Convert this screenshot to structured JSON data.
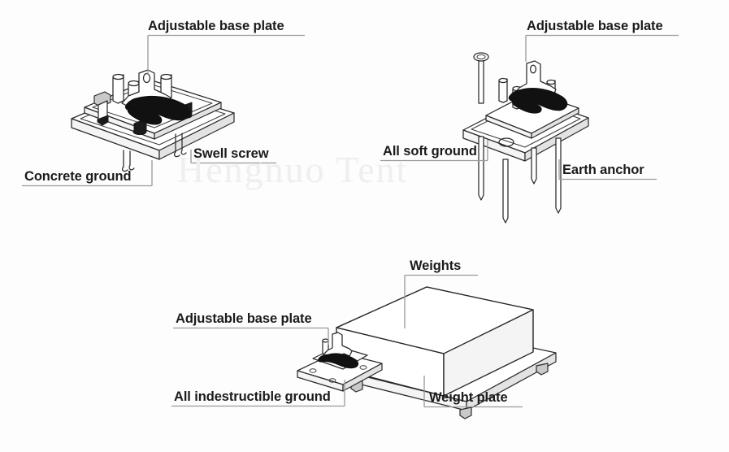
{
  "document": {
    "title": "Tent base plate anchoring methods",
    "background_color": "#fdfdfd",
    "ink_color": "#1b1b1b",
    "leader_color": "#9b9b9b"
  },
  "watermark": {
    "text": "Hengnuo Tent",
    "color": "#f0eeee"
  },
  "diagrams": [
    {
      "id": "concrete-ground",
      "name": "Concrete ground anchoring",
      "labels": [
        {
          "id": "adjustable-base-plate",
          "text": "Adjustable base plate"
        },
        {
          "id": "swell-screw",
          "text": "Swell screw"
        },
        {
          "id": "concrete-ground",
          "text": "Concrete ground"
        }
      ]
    },
    {
      "id": "soft-ground",
      "name": "Soft ground anchoring",
      "labels": [
        {
          "id": "adjustable-base-plate",
          "text": "Adjustable base plate"
        },
        {
          "id": "all-soft-ground",
          "text": "All soft ground"
        },
        {
          "id": "earth-anchor",
          "text": "Earth anchor"
        }
      ]
    },
    {
      "id": "indestructible-ground",
      "name": "Indestructible ground ballast",
      "labels": [
        {
          "id": "weights",
          "text": "Weights"
        },
        {
          "id": "adjustable-base-plate",
          "text": "Adjustable base plate"
        },
        {
          "id": "all-indestructible-ground",
          "text": "All indestructible ground"
        },
        {
          "id": "weight-plate",
          "text": "Weight plate"
        }
      ]
    }
  ]
}
